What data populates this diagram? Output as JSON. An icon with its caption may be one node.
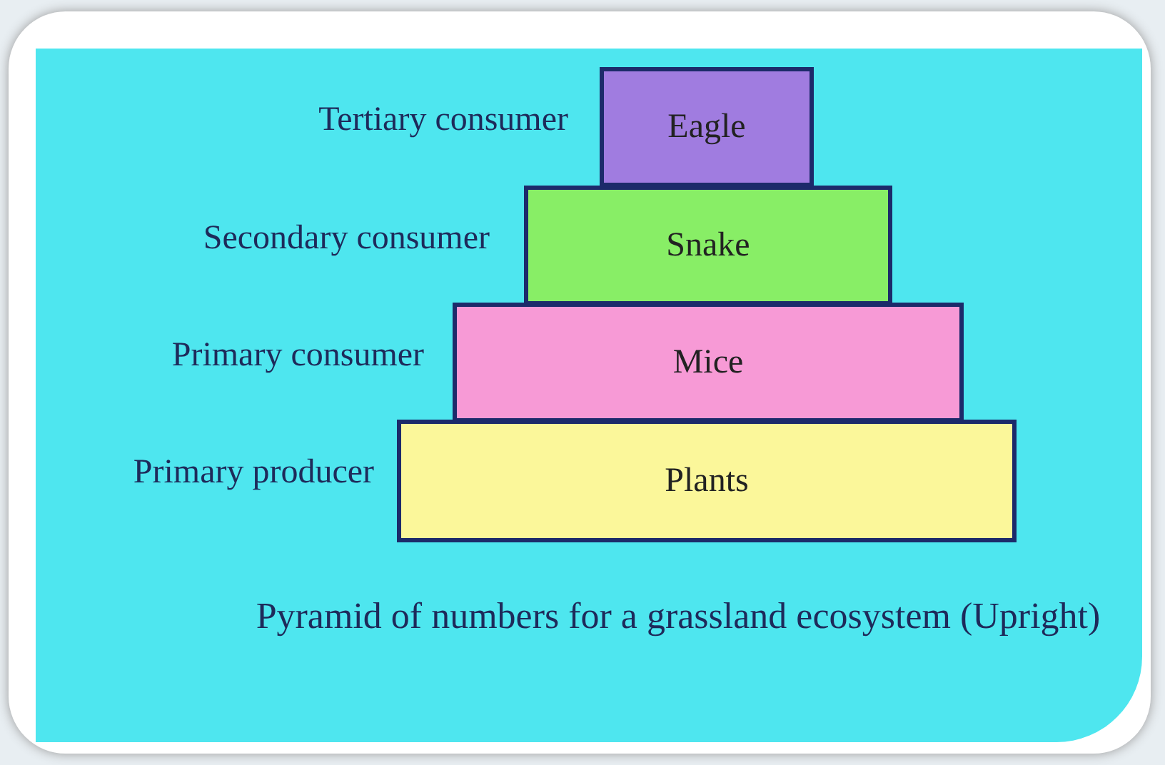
{
  "diagram": {
    "caption": "Pyramid of numbers for a grassland ecosystem (Upright)",
    "nodes": [
      {
        "text": [
          "Eagle"
        ],
        "beside": [
          "Tertiary consumer"
        ]
      },
      {
        "text": [
          "Snake"
        ],
        "beside": [
          "Secondary consumer"
        ]
      },
      {
        "text": [
          "Mice"
        ],
        "beside": [
          "Primary consumer"
        ]
      },
      {
        "text": [
          "Plants"
        ],
        "beside": [
          "Primary producer"
        ]
      }
    ]
  }
}
